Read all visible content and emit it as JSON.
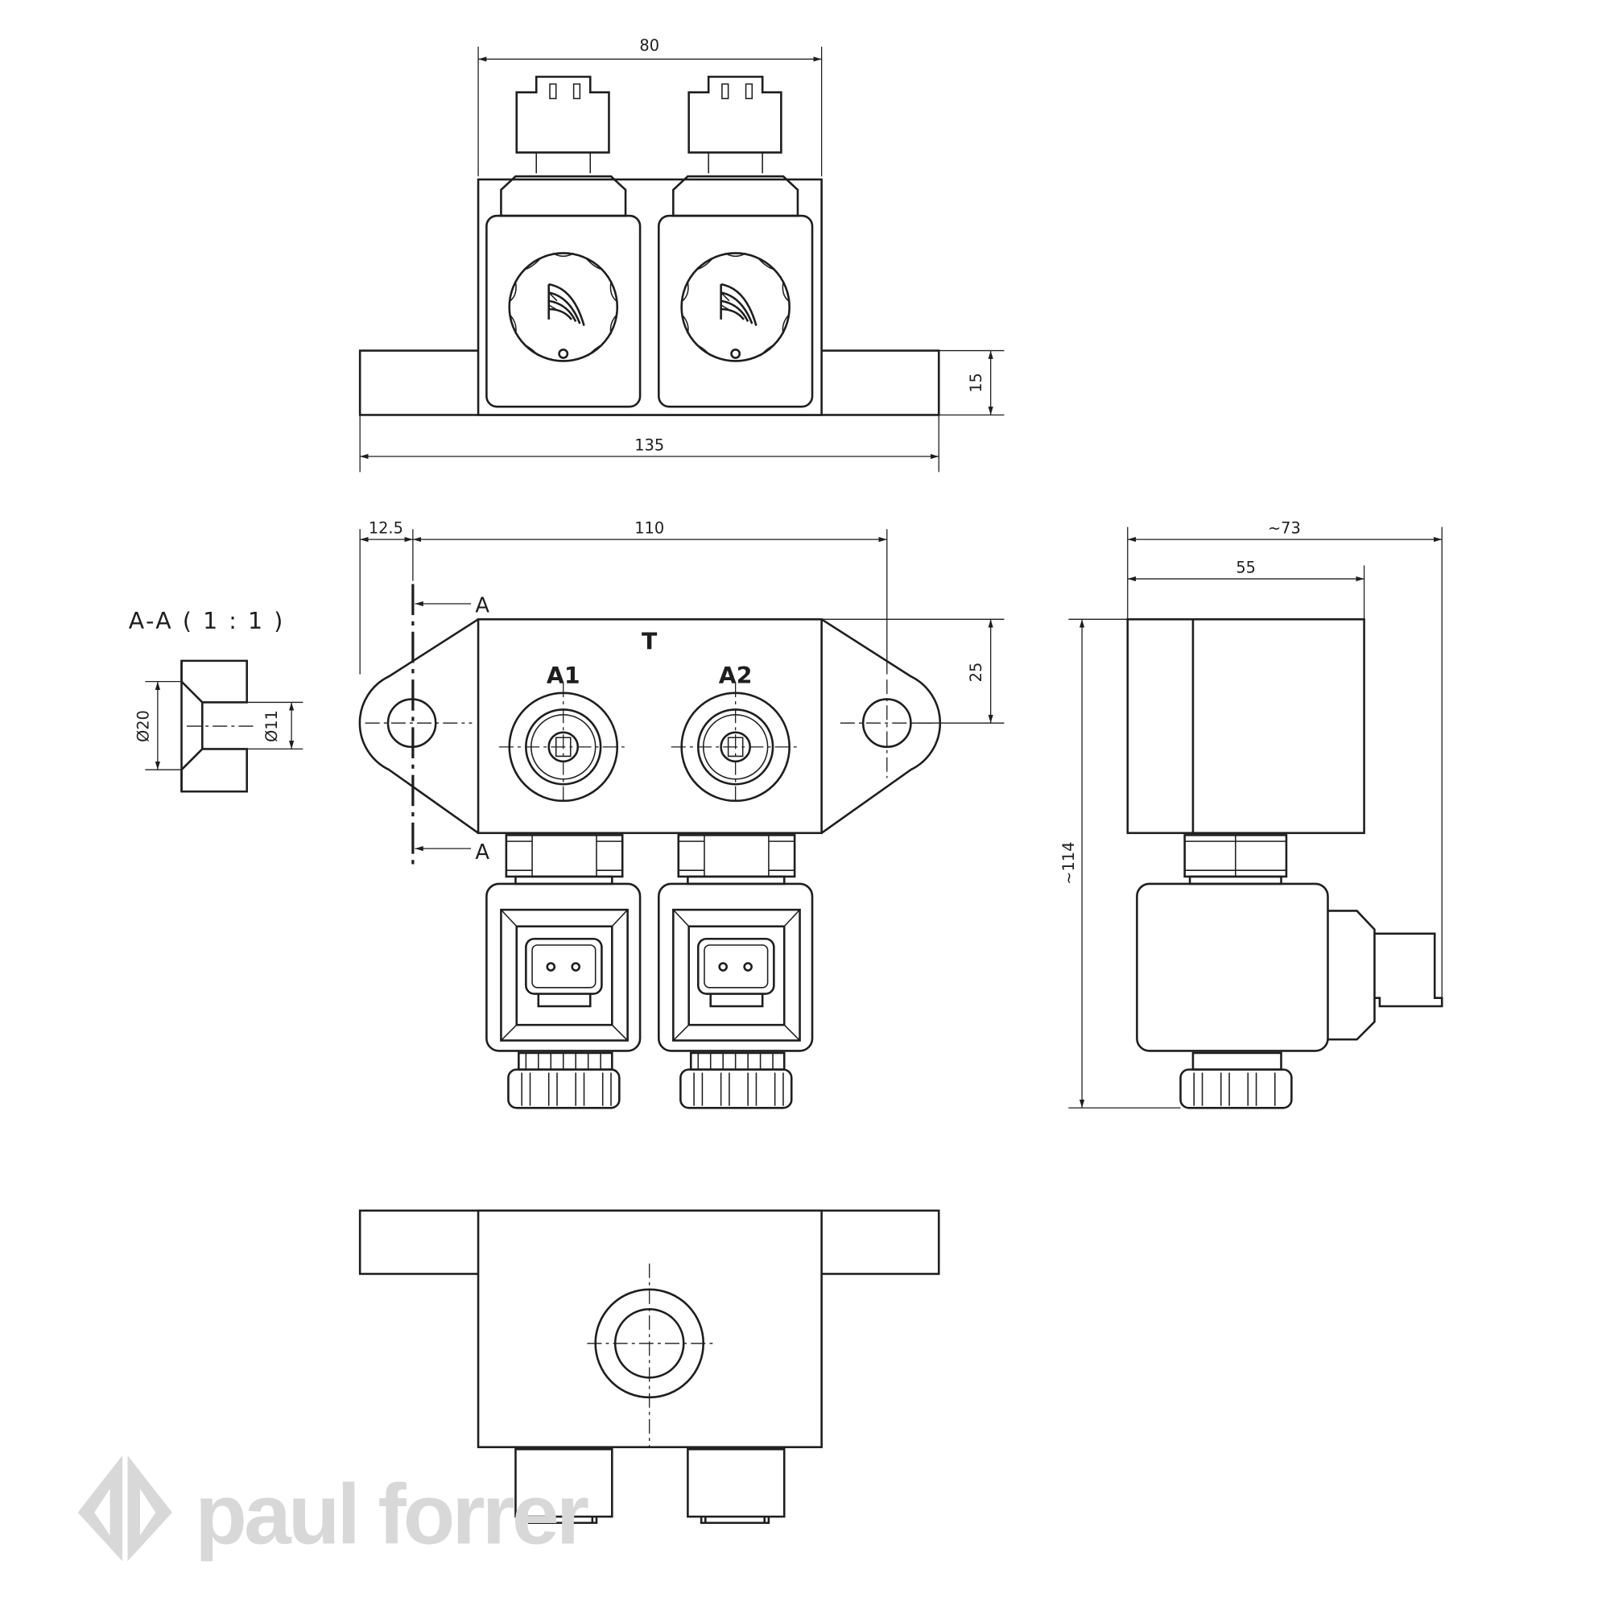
{
  "drawing": {
    "top_view": {
      "dim_width_body": "80",
      "dim_height_flange": "15",
      "dim_width_total": "135"
    },
    "front_view": {
      "dim_offset": "12.5",
      "dim_hole_spacing": "110",
      "dim_hole_from_top": "25",
      "port_labels": {
        "tank": "T",
        "a1": "A1",
        "a2": "A2"
      },
      "section_marker_top": "A",
      "section_marker_bottom": "A"
    },
    "section": {
      "title": "A-A ( 1 : 1 )",
      "dim_outer": "Ø20",
      "dim_inner": "Ø11"
    },
    "side_view": {
      "dim_total_depth": "~73",
      "dim_body_depth": "55",
      "dim_height": "~114"
    },
    "watermark": {
      "brand": "paul forrer"
    }
  }
}
